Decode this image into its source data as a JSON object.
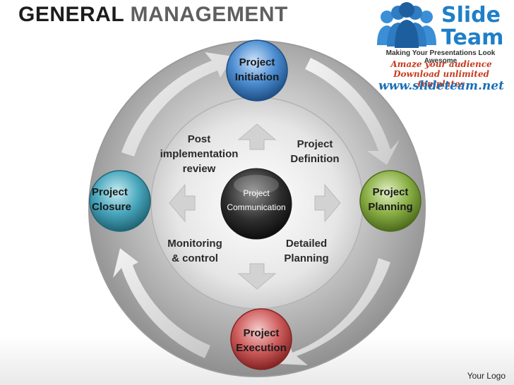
{
  "title": {
    "word1": "GENERAL",
    "word2": "MANAGEMENT"
  },
  "center": {
    "line1": "Project",
    "line2": "Communication"
  },
  "nodes": {
    "initiation": {
      "line1": "Project",
      "line2": "Initiation",
      "color": "#2e6fb0"
    },
    "planning": {
      "line1": "Project",
      "line2": "Planning",
      "color": "#6e8f2c"
    },
    "execution": {
      "line1": "Project",
      "line2": "Execution",
      "color": "#b03a3a"
    },
    "closure": {
      "line1": "Project",
      "line2": "Closure",
      "color": "#2f8aa0"
    }
  },
  "inner_labels": {
    "definition": {
      "line1": "Project",
      "line2": "Definition"
    },
    "detailed": {
      "line1": "Detailed",
      "line2": "Planning"
    },
    "monitoring": {
      "line1": "Monitoring",
      "line2": "& control"
    },
    "post": {
      "line1": "Post",
      "line2": "implementation",
      "line3": "review"
    }
  },
  "logo": {
    "brand_line1": "Slide",
    "brand_line2": "Team",
    "tagline": "Making Your Presentations Look Awesome",
    "ad_line1": "Amaze your audience",
    "ad_line2": "Download unlimited templates",
    "url": "www.slideteam.net",
    "brand_color": "#1f7fc8",
    "ad_color": "#c73b1c"
  },
  "footer": {
    "your_logo": "Your Logo"
  }
}
